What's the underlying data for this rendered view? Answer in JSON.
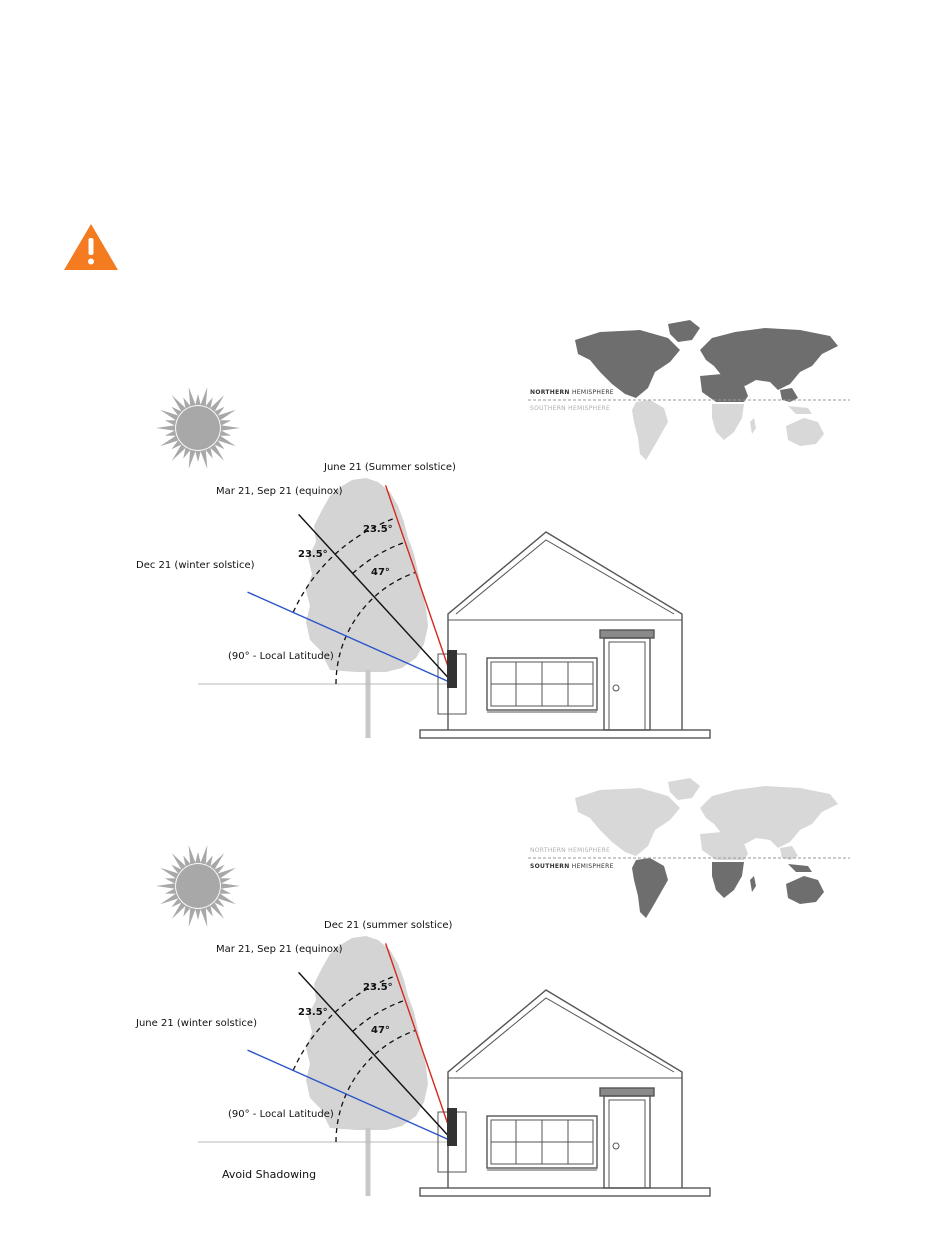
{
  "warning": {
    "icon": "warning-icon",
    "color": "#f47b20"
  },
  "colors": {
    "summer_ray": "#d42a1f",
    "winter_ray": "#2a55c8",
    "equinox_ray": "#111111",
    "sun": "#a8a8a8",
    "tree": "#d4d4d4",
    "map_dark": "#6e6e6e",
    "map_light": "#d8d8d8"
  },
  "panels": [
    {
      "id": "northern",
      "hemisphere_label_north_a": "NORTHERN",
      "hemisphere_label_north_b": " HEMISPHERE",
      "hemisphere_label_south_a": "SOUTHERN",
      "hemisphere_label_south_b": " HEMISPHERE",
      "highlight": "north",
      "summer_label": "June 21 (Summer solstice)",
      "equinox_label": "Mar 21, Sep 21 (equinox)",
      "winter_label": "Dec 21 (winter solstice)",
      "angle_upper": "23.5°",
      "angle_lower": "23.5°",
      "angle_total": "47°",
      "baseline_label": "(90° - Local Latitude)",
      "caption": ""
    },
    {
      "id": "southern",
      "hemisphere_label_north_a": "NORTHERN",
      "hemisphere_label_north_b": " HEMISPHERE",
      "hemisphere_label_south_a": "SOUTHERN",
      "hemisphere_label_south_b": " HEMISPHERE",
      "highlight": "south",
      "summer_label": "Dec 21 (summer solstice)",
      "equinox_label": "Mar 21, Sep 21 (equinox)",
      "winter_label": "June 21 (winter solstice)",
      "angle_upper": "23.5°",
      "angle_lower": "23.5°",
      "angle_total": "47°",
      "baseline_label": "(90° - Local Latitude)",
      "caption": "Avoid Shadowing"
    }
  ]
}
